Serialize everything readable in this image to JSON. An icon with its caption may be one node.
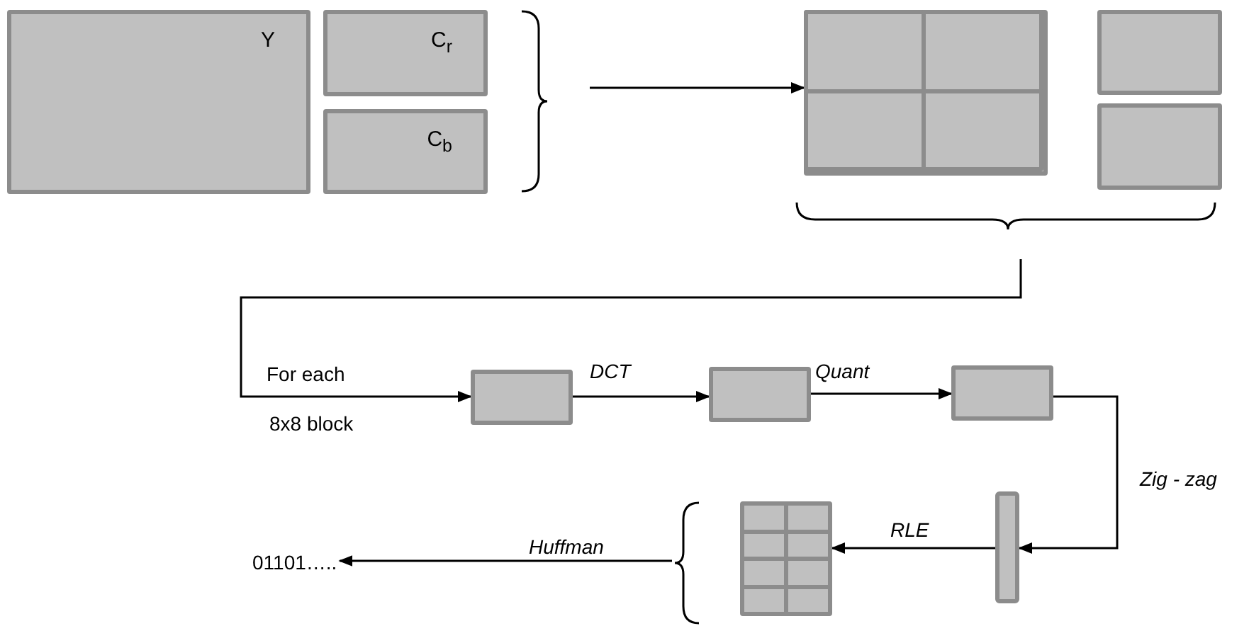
{
  "diagram": {
    "nodes": [
      {
        "text": [
          "Y"
        ]
      },
      {
        "text": [
          "C$_{r}$"
        ]
      },
      {
        "text": [
          "C$_{b}$"
        ]
      },
      {
        "text": [],
        "shape": "box"
      },
      {
        "text": [],
        "shape": "box",
        "in": 3
      },
      {
        "text": [],
        "shape": "box",
        "in": 3
      },
      {
        "text": [],
        "shape": "box",
        "in": 3
      },
      {
        "text": [],
        "shape": "box",
        "in": 3
      },
      {
        "text": [],
        "shape": "box"
      },
      {
        "text": [],
        "shape": "box"
      },
      {
        "text": [],
        "shape": "box"
      },
      {
        "text": [],
        "shape": "box"
      },
      {
        "text": [],
        "shape": "box"
      },
      {
        "text": [],
        "shape": "bar"
      },
      {
        "text": [],
        "shape": "box"
      },
      {
        "text": [
          "01101….."
        ]
      },
      {
        "text": [],
        "shape": "brace"
      },
      {
        "text": [],
        "shape": "brace"
      }
    ],
    "edges": [
      {
        "from": 16,
        "to": 3,
        "arrow": "to"
      },
      {
        "from": null,
        "to": 10,
        "arrow": "to"
      },
      {
        "from": 10,
        "to": 11,
        "arrow": "to",
        "label": "DCT"
      },
      {
        "from": 11,
        "to": 12,
        "arrow": "to",
        "label": "Quant"
      },
      {
        "from": 12,
        "to": 13,
        "arrow": "to",
        "label": "Zig - zag"
      },
      {
        "from": 13,
        "to": 14,
        "arrow": "to",
        "label": "RLE"
      },
      {
        "from": 17,
        "to": 15,
        "arrow": "to",
        "label": "Huffman"
      }
    ],
    "labels": [
      "For each",
      "8x8 block"
    ]
  }
}
